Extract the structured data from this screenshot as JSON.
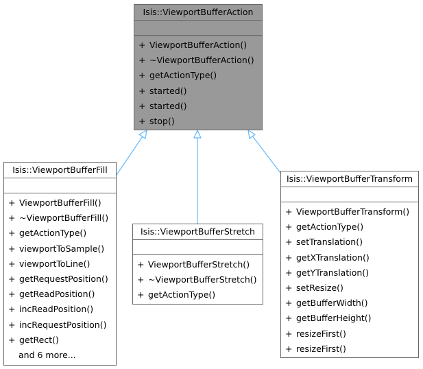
{
  "colors": {
    "base_fill": "#999999",
    "box_fill": "#ffffff",
    "box_border": "#666666",
    "edge": "#63b8ff"
  },
  "base": {
    "name": "Isis::ViewportBufferAction",
    "operations": [
      "ViewportBufferAction()",
      "~ViewportBufferAction()",
      "getActionType()",
      "started()",
      "started()",
      "stop()"
    ]
  },
  "fill": {
    "name": "Isis::ViewportBufferFill",
    "operations": [
      "ViewportBufferFill()",
      "~ViewportBufferFill()",
      "getActionType()",
      "viewportToSample()",
      "viewportToLine()",
      "getRequestPosition()",
      "getReadPosition()",
      "incReadPosition()",
      "incRequestPosition()",
      "getRect()"
    ],
    "more": "and 6 more..."
  },
  "stretch": {
    "name": "Isis::ViewportBufferStretch",
    "operations": [
      "ViewportBufferStretch()",
      "~ViewportBufferStretch()",
      "getActionType()"
    ]
  },
  "transform": {
    "name": "Isis::ViewportBufferTransform",
    "operations": [
      "ViewportBufferTransform()",
      "getActionType()",
      "setTranslation()",
      "getXTranslation()",
      "getYTranslation()",
      "setResize()",
      "getBufferWidth()",
      "getBufferHeight()",
      "resizeFirst()",
      "resizeFirst()"
    ]
  }
}
